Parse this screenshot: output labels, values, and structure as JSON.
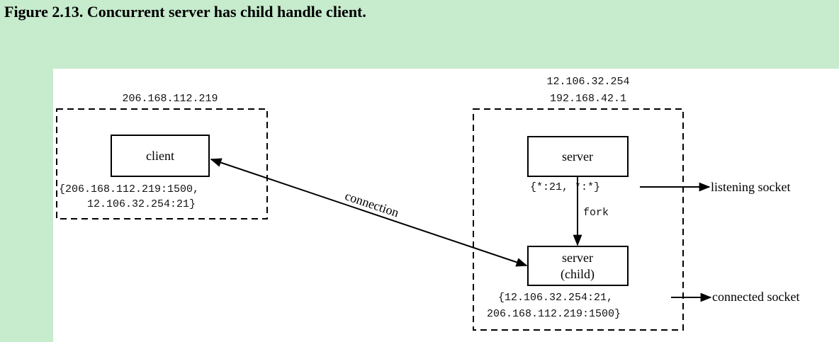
{
  "caption": "Figure 2.13. Concurrent server has child handle client.",
  "client_host": {
    "ip": "206.168.112.219",
    "process_label": "client",
    "socket_line1": "{206.168.112.219:1500,",
    "socket_line2": "12.106.32.254:21}"
  },
  "server_host": {
    "ip_line1": "12.106.32.254",
    "ip_line2": "192.168.42.1",
    "server_label": "server",
    "listen_socket": "{*:21, *:*}",
    "fork_label": "fork",
    "child_label_line1": "server",
    "child_label_line2": "(child)",
    "conn_socket_line1": "{12.106.32.254:21,",
    "conn_socket_line2": "206.168.112.219:1500}"
  },
  "connection_label": "connection",
  "listening_socket_label": "listening socket",
  "connected_socket_label": "connected socket",
  "colors": {
    "background": "#c6ebcd",
    "figure_bg": "#ffffff",
    "ink": "#000000"
  }
}
